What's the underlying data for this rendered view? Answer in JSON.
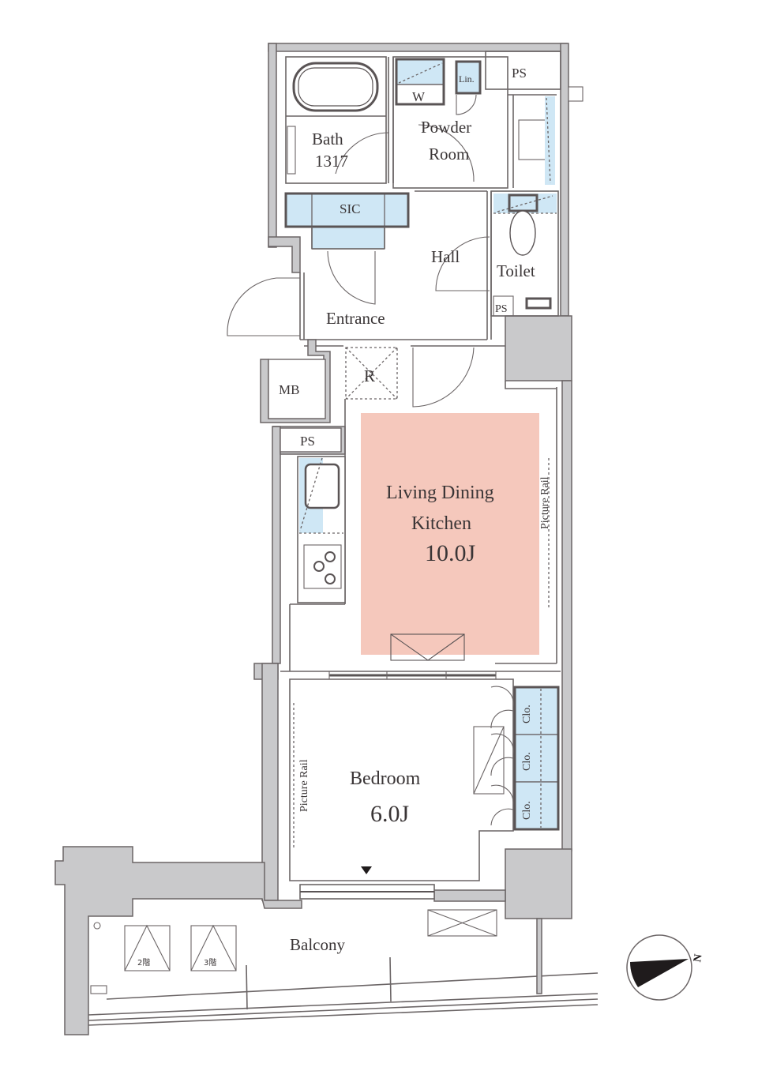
{
  "floor_plan": {
    "rooms": {
      "bath": {
        "name": "Bath",
        "size": "1317"
      },
      "powder_room": {
        "line1": "Powder",
        "line2": "Room"
      },
      "washer": {
        "name": "W"
      },
      "linen": {
        "name": "Lin."
      },
      "ps_top": {
        "name": "PS"
      },
      "sic": {
        "name": "SIC"
      },
      "hall": {
        "name": "Hall"
      },
      "toilet": {
        "name": "Toilet"
      },
      "ps_toilet": {
        "name": "PS"
      },
      "entrance": {
        "name": "Entrance"
      },
      "refrigerator": {
        "name": "R"
      },
      "mb": {
        "name": "MB"
      },
      "ps_kitchen": {
        "name": "PS"
      },
      "ldk": {
        "line1": "Living Dining",
        "line2": "Kitchen",
        "size": "10.0J",
        "color": "#f5c8bc"
      },
      "picture_rail_ldk": {
        "name": "Picture Rail"
      },
      "bedroom": {
        "name": "Bedroom",
        "size": "6.0J"
      },
      "picture_rail_bedroom": {
        "name": "Picture Rail"
      },
      "closets": [
        {
          "name": "Clo."
        },
        {
          "name": "Clo."
        },
        {
          "name": "Clo."
        }
      ],
      "balcony": {
        "name": "Balcony"
      },
      "evac_hatch_2f": {
        "name": "2階"
      },
      "evac_hatch_3f": {
        "name": "3階"
      }
    },
    "compass": {
      "label": "N"
    },
    "colors": {
      "storage_fill": "#cfe7f5",
      "wall_fill": "#c9c9cb",
      "line": "#6b6566"
    }
  }
}
